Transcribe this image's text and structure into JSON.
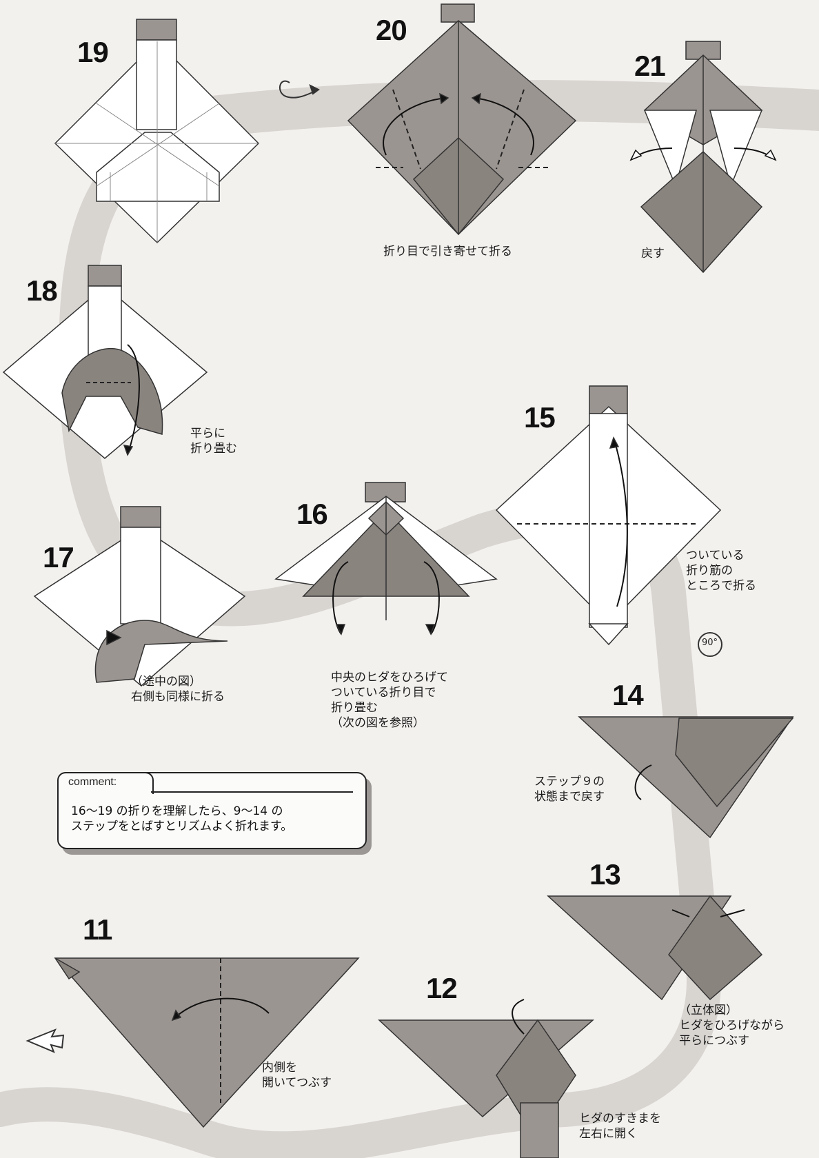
{
  "steps": {
    "s11": "11",
    "s12": "12",
    "s13": "13",
    "s14": "14",
    "s15": "15",
    "s16": "16",
    "s17": "17",
    "s18": "18",
    "s19": "19",
    "s20": "20",
    "s21": "21"
  },
  "rotation_symbol": "90°",
  "captions": {
    "c20": "折り目で引き寄せて折る",
    "c21": "戻す",
    "c18": "平らに\n折り畳む",
    "c15": "ついている\n折り筋の\nところで折る",
    "c17": "（途中の図）\n右側も同様に折る",
    "c16": "中央のヒダをひろげて\nついている折り目で\n折り畳む\n（次の図を参照）",
    "c14": "ステップ９の\n状態まで戻す",
    "c13": "（立体図）\nヒダをひろげながら\n平らにつぶす",
    "c11": "内側を\n開いてつぶす",
    "c12": "ヒダのすきまを\n左右に開く"
  },
  "comment": {
    "label": "comment:",
    "text": "16〜19 の折りを理解したら、9〜14 の\nステップをとばすとリズムよく折れます。"
  },
  "colors": {
    "paper_background": "#f3f1ee",
    "fold_gray": "#9b9591",
    "fold_dark": "#7f7974",
    "band_gray": "#cfcbc7",
    "white_side": "#ffffff"
  }
}
